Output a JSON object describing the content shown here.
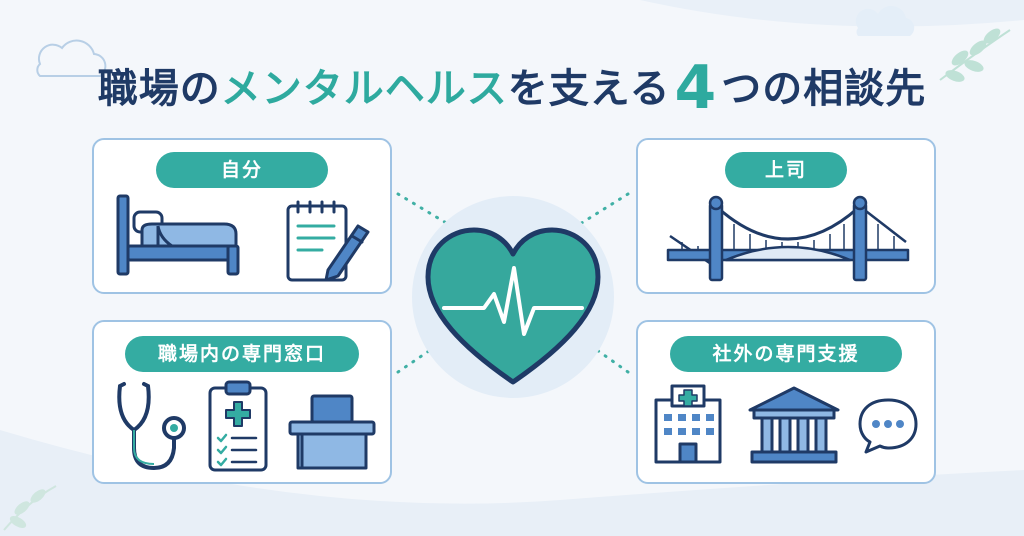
{
  "title": {
    "part1": "職場の",
    "part2": "メンタルヘルス",
    "part3": "を支える",
    "number": "4",
    "part4": "つの相談先"
  },
  "cards": {
    "self": {
      "label": "自分"
    },
    "boss": {
      "label": "上司"
    },
    "work": {
      "label": "職場内の専門窓口"
    },
    "ext": {
      "label": "社外の専門支援"
    }
  },
  "colors": {
    "navy": "#1f3a66",
    "teal": "#34aca2",
    "light_blue": "#9fc3e4",
    "icon_blue": "#4f86c6"
  },
  "icons": [
    "bed-icon",
    "notepad-pen-icon",
    "bridge-icon",
    "stethoscope-icon",
    "clipboard-medical-icon",
    "desk-icon",
    "hospital-icon",
    "bank-icon",
    "chat-bubble-icon",
    "heart-pulse-icon"
  ]
}
